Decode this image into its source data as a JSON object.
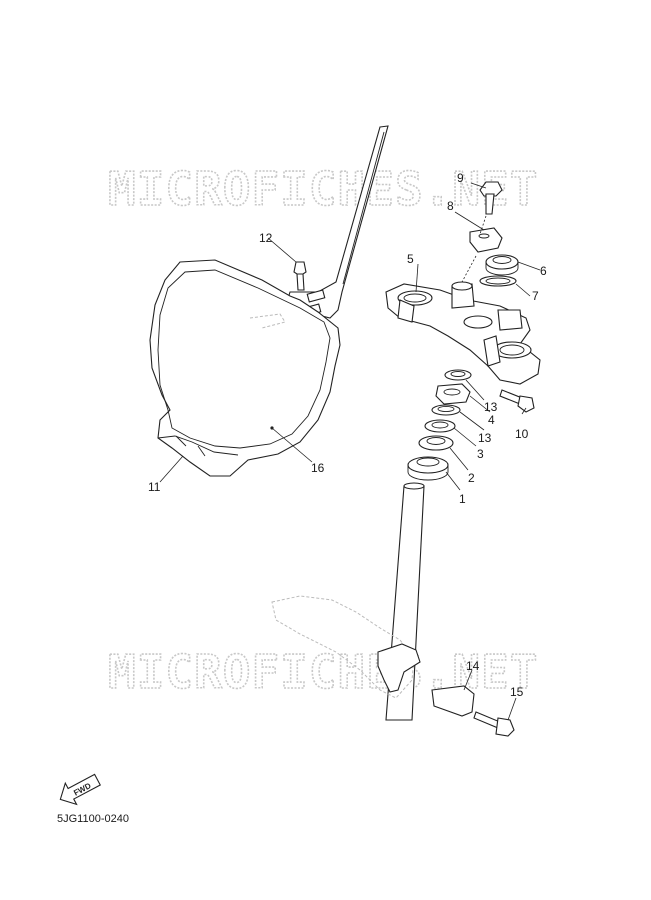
{
  "watermark": "MICROFICHES.NET",
  "drawing_code": "5JG1100-0240",
  "fwd_label": "FWD",
  "callouts": {
    "c1": "1",
    "c2": "2",
    "c3": "3",
    "c4": "4",
    "c5": "5",
    "c6": "6",
    "c7": "7",
    "c8": "8",
    "c9": "9",
    "c10": "10",
    "c11": "11",
    "c12": "12",
    "c13a": "13",
    "c13b": "13",
    "c14": "14",
    "c15": "15",
    "c16": "16"
  }
}
